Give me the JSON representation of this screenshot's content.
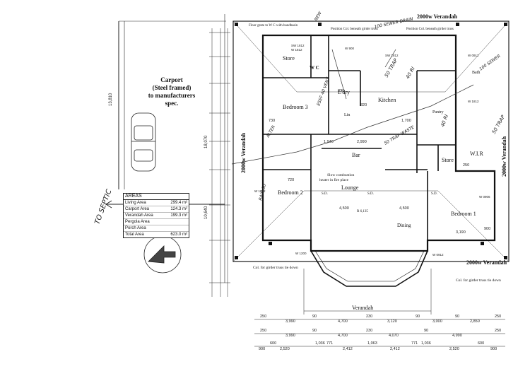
{
  "rooms": {
    "store_top": "Store",
    "wc": "W C",
    "ldry": "L'dry",
    "kitchen": "Kitchen",
    "bedroom3": "Bedroom 3",
    "lin": "Lin",
    "pantry": "Pantry",
    "bath": "Bath",
    "bar": "Bar",
    "store_right": "Store",
    "wir": "W.I.R",
    "bedroom2": "Bedroom 2",
    "lounge": "Lounge",
    "dining": "Dining",
    "bedroom1": "Bedroom 1",
    "verandah_bottom": "Verandah"
  },
  "labels": {
    "verandah_top": "2000w Verandah",
    "verandah_left": "2000w Verandah",
    "verandah_right": "2000w Verandah",
    "verandah_bottom_right": "2000w Verandah",
    "floor_grate": "Floor grate to W C with handbasin",
    "position_col_1": "Position Col. beneath girder truss",
    "position_col_2": "Position Col. beneath girder truss",
    "carport_1": "Carport",
    "carport_2": "(Steel framed)",
    "carport_3": "to manufacturers",
    "carport_4": "spec.",
    "slow_combustion_1": "Slow combustion",
    "slow_combustion_2": "heater in fire place",
    "col_girder_left": "Col. for girder truss tie down",
    "col_girder_right": "Col. for girder truss tie down",
    "to_septic": "TO SEPTIC",
    "sd_1": "S.D.",
    "sd_2": "S.D.",
    "sd_3": "S.D.",
    "r_value": "R 6,135"
  },
  "areas": {
    "title": "AREAS",
    "rows": [
      {
        "name": "Living Area",
        "value": "299.4 m²"
      },
      {
        "name": "Carport Area",
        "value": "124.3 m²"
      },
      {
        "name": "Verandah Area",
        "value": "199.3 m²"
      },
      {
        "name": "Pergola Area",
        "value": ""
      },
      {
        "name": "Porch Area",
        "value": ""
      },
      {
        "name": "Total Area",
        "value": "623.0 m²"
      }
    ]
  },
  "dimensions": {
    "top_left_depth": "13,810",
    "left_overall": "18,070",
    "left_mid": "10,640",
    "row1": [
      "250",
      "3,990",
      "90",
      "4,700",
      "230",
      "3,120",
      "90",
      "3,000",
      "90",
      "2,850",
      "250"
    ],
    "row2": [
      "250",
      "3,990",
      "90",
      "4,700",
      "230",
      "4,070",
      "90",
      "4,990",
      "250"
    ],
    "row3": [
      "600",
      "900",
      "2,520",
      "1,036",
      "771",
      "2,412",
      "1,063",
      "2,412",
      "771",
      "1,036",
      "2,520",
      "600",
      "900"
    ],
    "inner": [
      "1,940",
      "2,990",
      "1,700",
      "4,500",
      "4,500",
      "3,190",
      "900",
      "820",
      "820",
      "730",
      "720",
      "250"
    ]
  },
  "handwritten": {
    "note_40ri_1": "40 RI",
    "note_40ri_2": "40 RI",
    "note_50trap_1": "50 TRAP",
    "note_50trap_2": "50 TRAP",
    "note_sewer": "100 SEWER DRAIN",
    "note_trap_waste": "50 TRAP WASTE",
    "note_vent": "ESEF 40 VENT",
    "note_right": "100 SEWER",
    "note_left_1": "RAIN 90",
    "note_left_2": "NEW",
    "note_left_3": "ALTER"
  },
  "window_codes": [
    "SW 1812",
    "W 1812",
    "W 900",
    "SW 1812",
    "W 0912",
    "W 1812",
    "W 0906",
    "W 1200",
    "W 0912",
    "W 1812"
  ]
}
